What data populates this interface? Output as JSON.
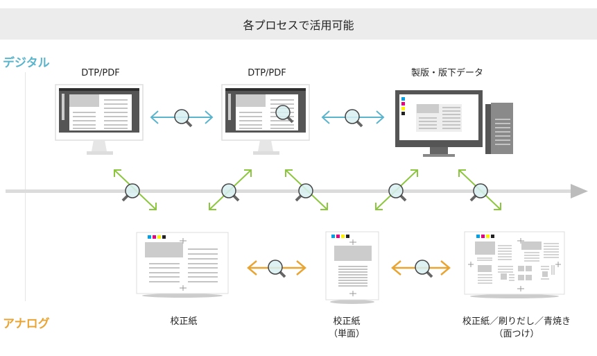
{
  "banner": {
    "title": "各プロセスで活用可能"
  },
  "lanes": {
    "digital": {
      "label": "デジタル",
      "color": "#5ab4cc"
    },
    "analog": {
      "label": "アナログ",
      "color": "#e9a534"
    }
  },
  "digital_items": [
    {
      "label": "DTP/PDF"
    },
    {
      "label": "DTP/PDF"
    },
    {
      "label": "製版・版下データ"
    }
  ],
  "analog_items": [
    {
      "label": "校正紙",
      "sub": ""
    },
    {
      "label": "校正紙",
      "sub": "（単面）"
    },
    {
      "label": "校正紙／刷りだし／青焼き",
      "sub": "（面つけ）"
    }
  ],
  "colors": {
    "digital_arrow": "#5ab4cc",
    "analog_arrow": "#e9a534",
    "cross_arrow": "#8cc63f",
    "timeline": "#cfcfcf",
    "cmyk": [
      "#00a0e9",
      "#e4007f",
      "#fff100",
      "#222222"
    ]
  },
  "icons": {
    "compare": "magnifier-icon",
    "computer": "monitor-icon",
    "tower": "pc-tower-icon",
    "paper": "proof-sheet-icon"
  }
}
